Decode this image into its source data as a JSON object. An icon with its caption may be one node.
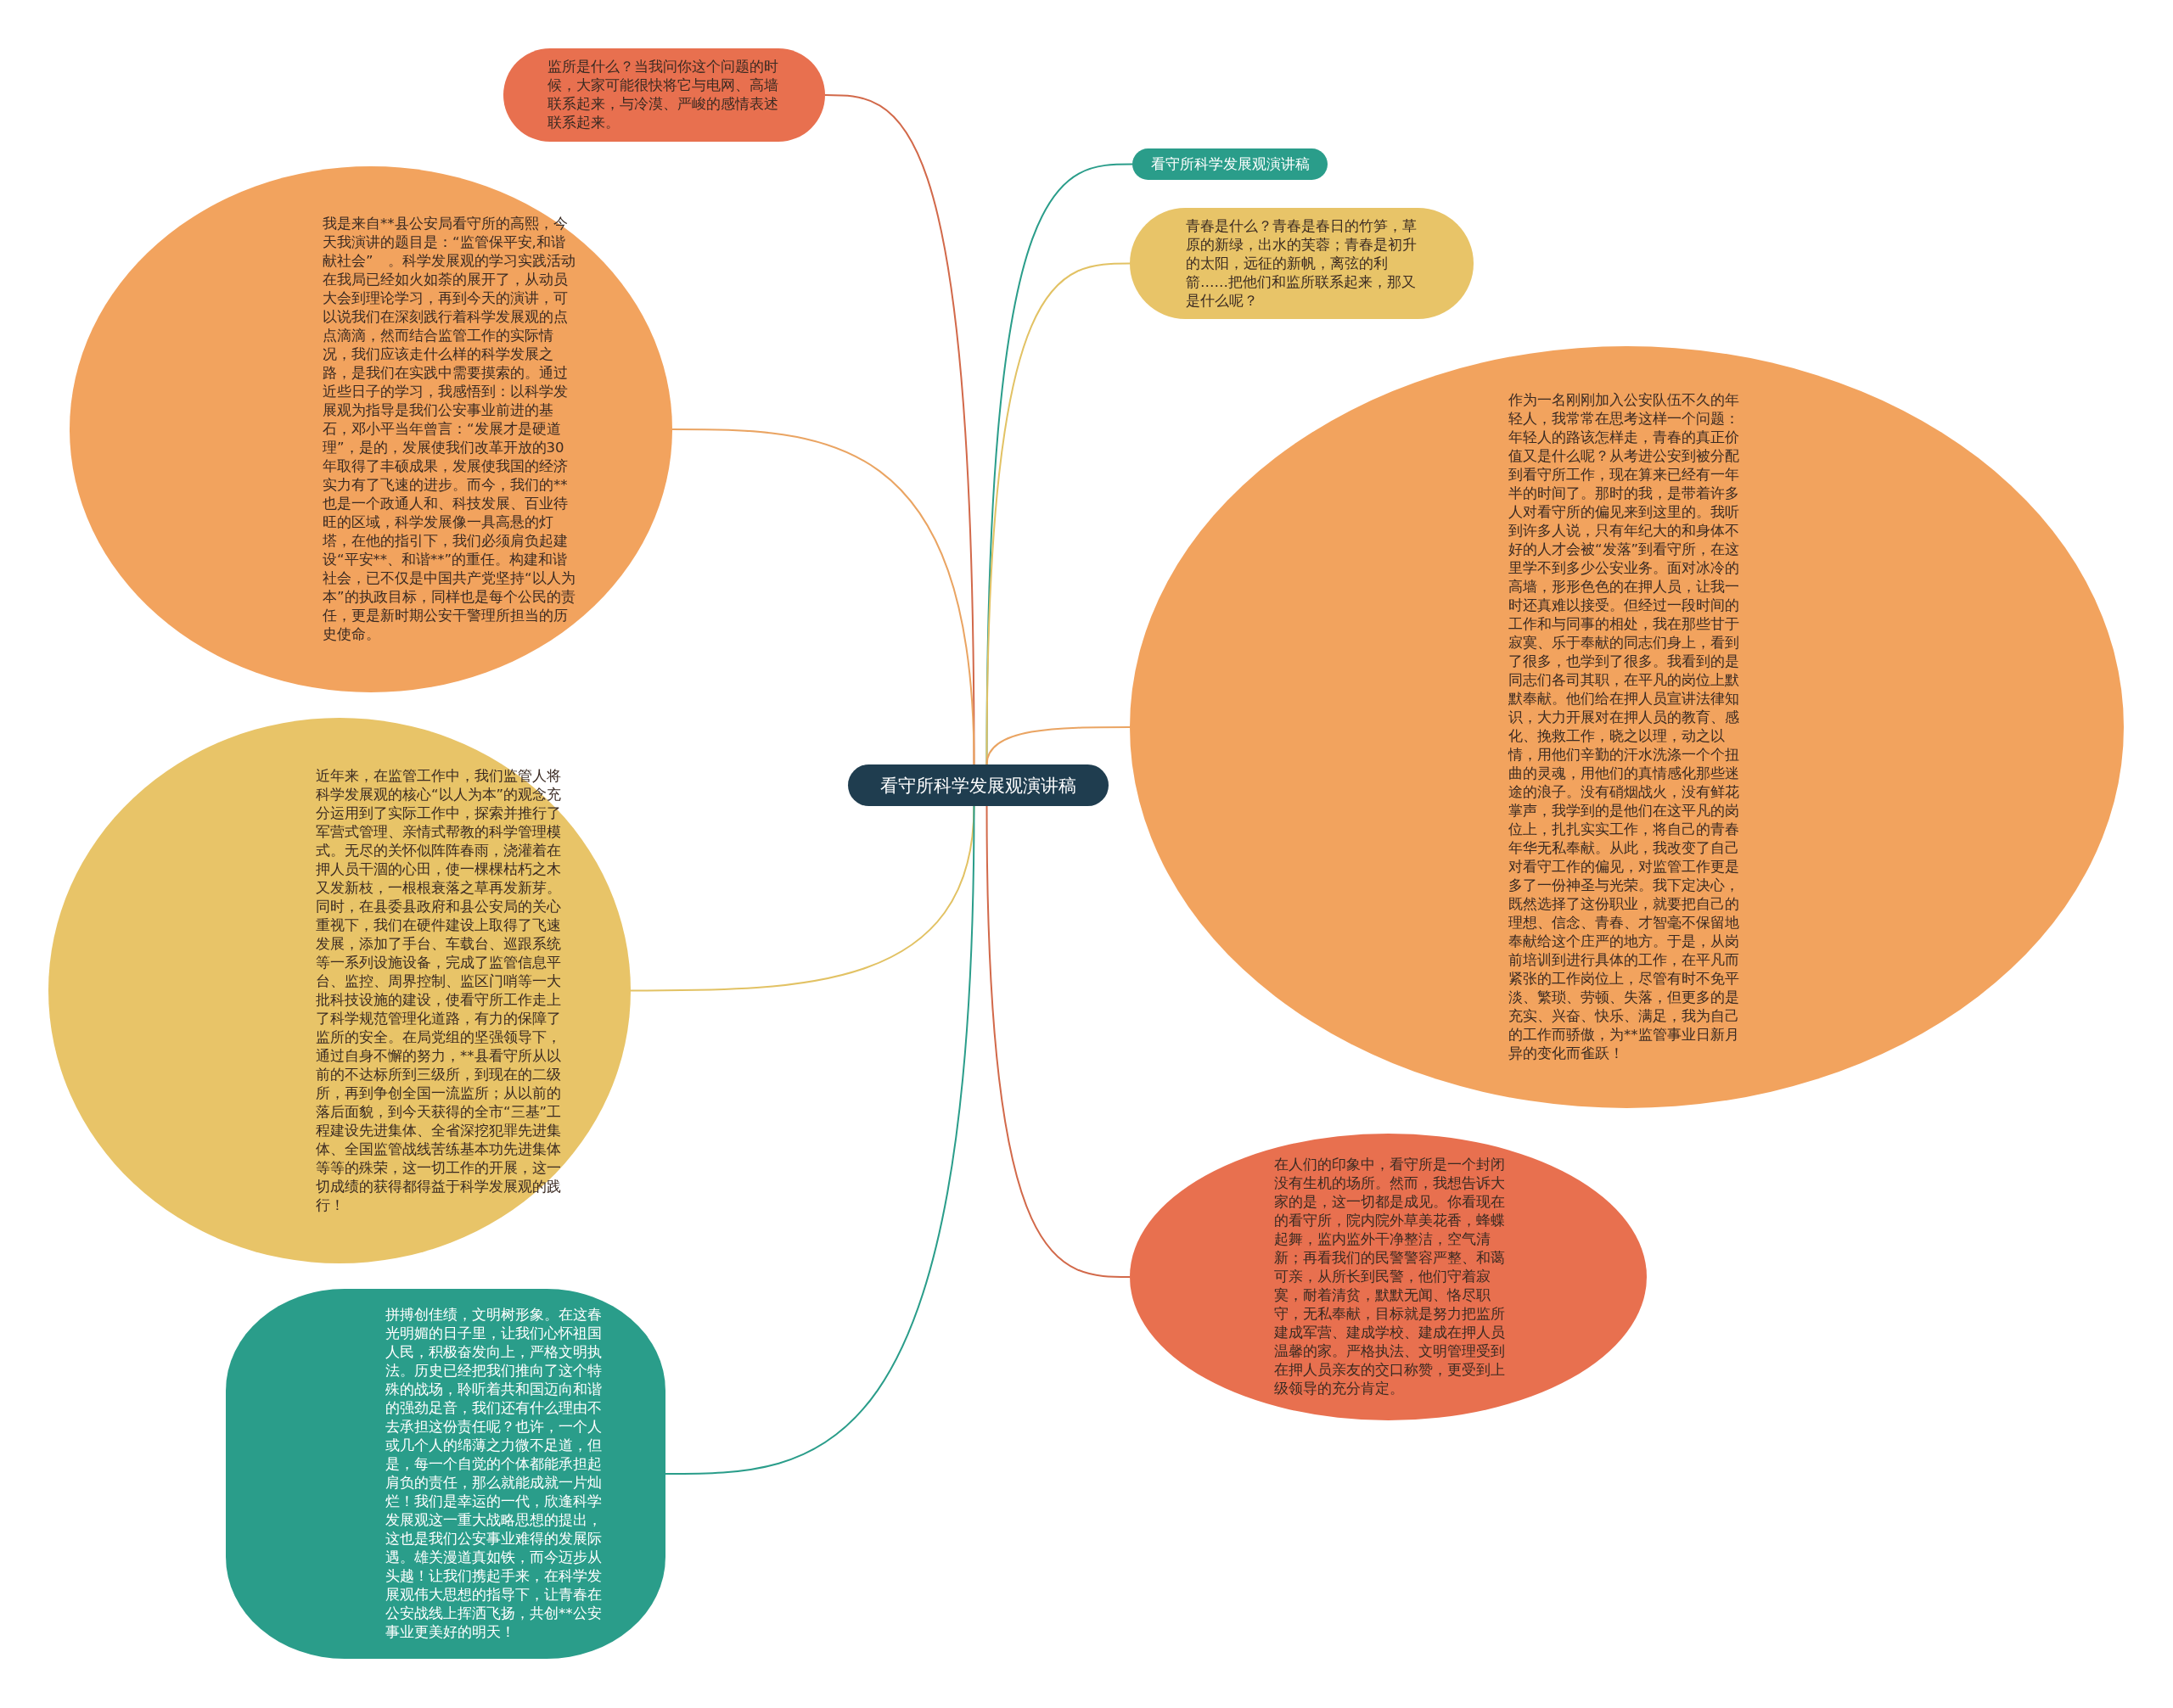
{
  "diagram": {
    "nodes": [
      {
        "text": [
          "看守所科学发展观演讲稿"
        ]
      },
      {
        "text": [
          "监所是什么？当我问你这个问题的时候，大家可能很快将它与电网、高墙联系起来，与冷漠、严峻的感情表述联系起来。"
        ]
      },
      {
        "text": [
          "我是来自**县公安局看守所的高熙，今天我演讲的题目是：“监管保平安,和谐献社会”　。科学发展观的学习实践活动在我局已经如火如荼的展开了，从动员大会到理论学习，再到今天的演讲，可以说我们在深刻践行着科学发展观的点点滴滴，然而结合监管工作的实际情况，我们应该走什么样的科学发展之路，是我们在实践中需要摸索的。通过近些日子的学习，我感悟到：以科学发展观为指导是我们公安事业前进的基石，邓小平当年曾言：“发展才是硬道理”，是的，发展使我们改革开放的30年取得了丰硕成果，发展使我国的经济实力有了飞速的进步。而今，我们的**也是一个政通人和、科技发展、百业待旺的区域，科学发展像一具高悬的灯塔，在他的指引下，我们必须肩负起建设“平安**、和谐**”的重任。构建和谐社会，已不仅是中国共产党坚持“以人为本”的执政目标，同样也是每个公民的责任，更是新时期公安干警理所担当的历史使命。"
        ]
      },
      {
        "text": [
          "近年来，在监管工作中，我们监管人将科学发展观的核心“以人为本”的观念充分运用到了实际工作中，探索并推行了军营式管理、亲情式帮教的科学管理模式。无尽的关怀似阵阵春雨，浇灌着在押人员干涸的心田，使一棵棵枯朽之木又发新枝，一根根衰落之草再发新芽。同时，在县委县政府和县公安局的关心重视下，我们在硬件建设上取得了飞速发展，添加了手台、车载台、巡跟系统等一系列设施设备，完成了监管信息平台、监控、周界控制、监区门哨等一大批科技设施的建设，使看守所工作走上了科学规范管理化道路，有力的保障了监所的安全。在局党组的坚强领导下，通过自身不懈的努力，**县看守所从以前的不达标所到三级所，到现在的二级所，再到争创全国一流监所；从以前的落后面貌，到今天获得的全市“三基”工程建设先进集体、全省深挖犯罪先进集体、全国监管战线苦练基本功先进集体等等的殊荣，这一切工作的开展，这一切成绩的获得都得益于科学发展观的践行！"
        ]
      },
      {
        "text": [
          "拼搏创佳绩，文明树形象。在这春光明媚的日子里，让我们心怀祖国人民，积极奋发向上，严格文明执法。历史已经把我们推向了这个特殊的战场，聆听着共和国迈向和谐的强劲足音，我们还有什么理由不去承担这份责任呢？也许，一个人或几个人的绵薄之力微不足道，但是，每一个自觉的个体都能承担起肩负的责任，那么就能成就一片灿烂！我们是幸运的一代，欣逢科学发展观这一重大战略思想的提出，这也是我们公安事业难得的发展际遇。雄关漫道真如铁，而今迈步从头越！让我们携起手来，在科学发展观伟大思想的指导下，让青春在公安战线上挥洒飞扬，共创**公安事业更美好的明天！"
        ]
      },
      {
        "text": [
          "看守所科学发展观演讲稿"
        ]
      },
      {
        "text": [
          "青春是什么？青春是春日的竹笋，草原的新绿，出水的芙蓉；青春是初升的太阳，远征的新帆，离弦的利箭……把他们和监所联系起来，那又是什么呢？"
        ]
      },
      {
        "text": [
          "作为一名刚刚加入公安队伍不久的年轻人，我常常在思考这样一个问题：年轻人的路该怎样走，青春的真正价值又是什么呢？从考进公安到被分配到看守所工作，现在算来已经有一年半的时间了。那时的我，是带着许多人对看守所的偏见来到这里的。我听到许多人说，只有年纪大的和身体不好的人才会被“发落”到看守所，在这里学不到多少公安业务。面对冰冷的高墙，形形色色的在押人员，让我一时还真难以接受。但经过一段时间的工作和与同事的相处，我在那些甘于寂寞、乐于奉献的同志们身上，看到了很多，也学到了很多。我看到的是同志们各司其职，在平凡的岗位上默默奉献。他们给在押人员宣讲法律知识，大力开展对在押人员的教育、感化、挽救工作，晓之以理，动之以情，用他们辛勤的汗水洗涤一个个扭曲的灵魂，用他们的真情感化那些迷途的浪子。没有硝烟战火，没有鲜花掌声，我学到的是他们在这平凡的岗位上，扎扎实实工作，将自己的青春年华无私奉献。从此，我改变了自己对看守工作的偏见，对监管工作更是多了一份神圣与光荣。我下定决心，既然选择了这份职业，就要把自己的理想、信念、青春、才智毫不保留地奉献给这个庄严的地方。于是，从岗前培训到进行具体的工作，在平凡而紧张的工作岗位上，尽管有时不免平淡、繁琐、劳顿、失落，但更多的是充实、兴奋、快乐、满足，我为自己的工作而骄傲，为**监管事业日新月异的变化而雀跃！"
        ]
      },
      {
        "text": [
          "在人们的印象中，看守所是一个封闭没有生机的场所。然而，我想告诉大家的是，这一切都是成见。你看现在的看守所，院内院外草美花香，蜂蝶起舞，监内监外干净整洁，空气清新；再看我们的民警警容严整、和蔼可亲，从所长到民警，他们守着寂寞，耐着清贫，默默无闻、恪尽职守，无私奉献，目标就是努力把监所建成军营、建成学校、建成在押人员温馨的家。严格执法、文明管理受到在押人员亲友的交口称赞，更受到上级领导的充分肯定。"
        ]
      }
    ],
    "edges": [
      {
        "from": 0,
        "to": 1,
        "arrow": "none",
        "color": "#d2694a"
      },
      {
        "from": 0,
        "to": 2,
        "arrow": "none",
        "color": "#eaa462"
      },
      {
        "from": 0,
        "to": 3,
        "arrow": "none",
        "color": "#e2c264"
      },
      {
        "from": 0,
        "to": 4,
        "arrow": "none",
        "color": "#2a9d8a"
      },
      {
        "from": 0,
        "to": 5,
        "arrow": "none",
        "color": "#2a9d8a"
      },
      {
        "from": 0,
        "to": 6,
        "arrow": "none",
        "color": "#e2c264"
      },
      {
        "from": 0,
        "to": 7,
        "arrow": "none",
        "color": "#eaa462"
      },
      {
        "from": 0,
        "to": 8,
        "arrow": "none",
        "color": "#d2694a"
      }
    ]
  }
}
